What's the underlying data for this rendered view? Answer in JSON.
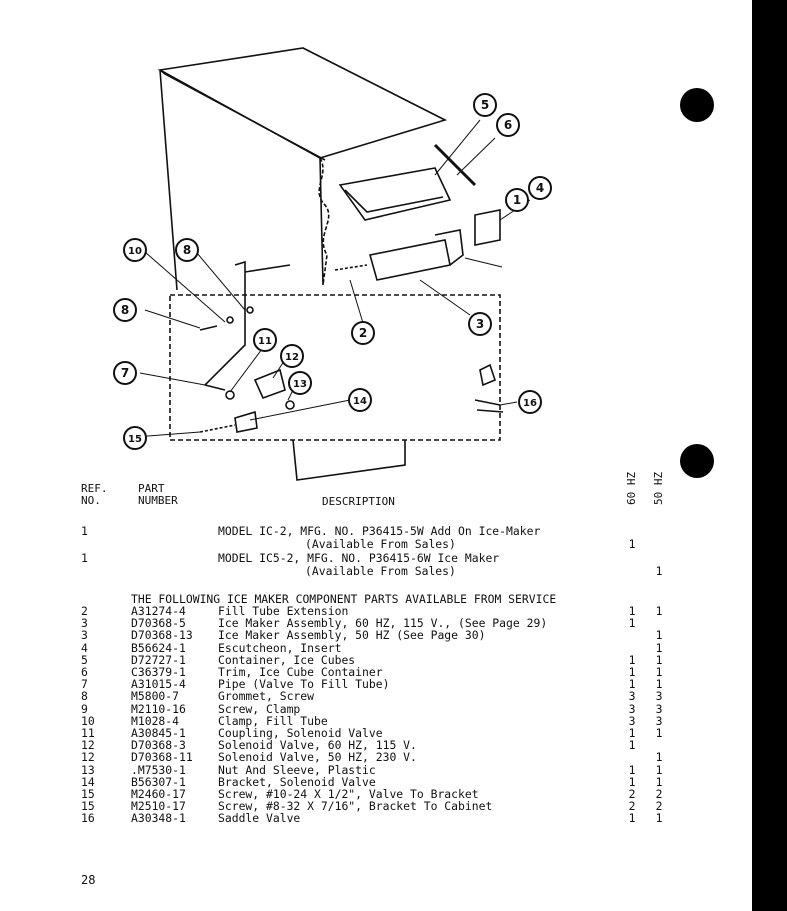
{
  "callouts": [
    "1",
    "2",
    "3",
    "4",
    "5",
    "6",
    "7",
    "8",
    "8",
    "10",
    "11",
    "12",
    "13",
    "14",
    "15",
    "16"
  ],
  "table": {
    "headers": {
      "ref_line1": "REF.",
      "ref_line2": "NO.",
      "part_line1": "PART",
      "part_line2": "NUMBER",
      "description": "DESCRIPTION",
      "col_60": "60 HZ",
      "col_50": "50 HZ"
    },
    "models": [
      {
        "ref": "1",
        "line1": "MODEL IC-2, MFG. NO. P36415-5W Add On Ice-Maker",
        "line2": "(Available From Sales)",
        "q60": "1",
        "q50": ""
      },
      {
        "ref": "1",
        "line1": "MODEL IC5-2, MFG. NO. P36415-6W Ice Maker",
        "line2": "(Available From Sales)",
        "q60": "",
        "q50": "1"
      }
    ],
    "section_heading": "THE FOLLOWING ICE MAKER COMPONENT PARTS AVAILABLE FROM SERVICE",
    "rows": [
      {
        "ref": "2",
        "part": "A31274-4",
        "desc": "Fill Tube Extension",
        "q60": "1",
        "q50": "1"
      },
      {
        "ref": "3",
        "part": "D70368-5",
        "desc": "Ice Maker Assembly, 60 HZ, 115 V., (See Page 29)",
        "q60": "1",
        "q50": ""
      },
      {
        "ref": "3",
        "part": "D70368-13",
        "desc": "Ice Maker Assembly, 50 HZ (See Page 30)",
        "q60": "",
        "q50": "1"
      },
      {
        "ref": "4",
        "part": "B56624-1",
        "desc": "Escutcheon, Insert",
        "q60": "",
        "q50": "1"
      },
      {
        "ref": "5",
        "part": "D72727-1",
        "desc": "Container, Ice Cubes",
        "q60": "1",
        "q50": "1"
      },
      {
        "ref": "6",
        "part": "C36379-1",
        "desc": "Trim, Ice Cube Container",
        "q60": "1",
        "q50": "1"
      },
      {
        "ref": "7",
        "part": "A31015-4",
        "desc": "Pipe (Valve To Fill Tube)",
        "q60": "1",
        "q50": "1"
      },
      {
        "ref": "8",
        "part": "M5800-7",
        "desc": "Grommet, Screw",
        "q60": "3",
        "q50": "3"
      },
      {
        "ref": "9",
        "part": "M2110-16",
        "desc": "Screw, Clamp",
        "q60": "3",
        "q50": "3"
      },
      {
        "ref": "10",
        "part": "M1028-4",
        "desc": "Clamp, Fill Tube",
        "q60": "3",
        "q50": "3"
      },
      {
        "ref": "11",
        "part": "A30845-1",
        "desc": "Coupling, Solenoid Valve",
        "q60": "1",
        "q50": "1"
      },
      {
        "ref": "12",
        "part": "D70368-3",
        "desc": "Solenoid Valve, 60 HZ, 115 V.",
        "q60": "1",
        "q50": ""
      },
      {
        "ref": "12",
        "part": "D70368-11",
        "desc": "Solenoid Valve, 50 HZ, 230 V.",
        "q60": "",
        "q50": "1"
      },
      {
        "ref": "13",
        "part": ".M7530-1",
        "desc": "Nut And Sleeve, Plastic",
        "q60": "1",
        "q50": "1"
      },
      {
        "ref": "14",
        "part": "B56307-1",
        "desc": "Bracket, Solenoid Valve",
        "q60": "1",
        "q50": "1"
      },
      {
        "ref": "15",
        "part": "M2460-17",
        "desc": "Screw, #10-24 X 1/2\", Valve To Bracket",
        "q60": "2",
        "q50": "2"
      },
      {
        "ref": "15",
        "part": "M2510-17",
        "desc": "Screw, #8-32 X 7/16\", Bracket To Cabinet",
        "q60": "2",
        "q50": "2"
      },
      {
        "ref": "16",
        "part": "A30348-1",
        "desc": "Saddle Valve",
        "q60": "1",
        "q50": "1"
      }
    ]
  },
  "page_number": "28"
}
